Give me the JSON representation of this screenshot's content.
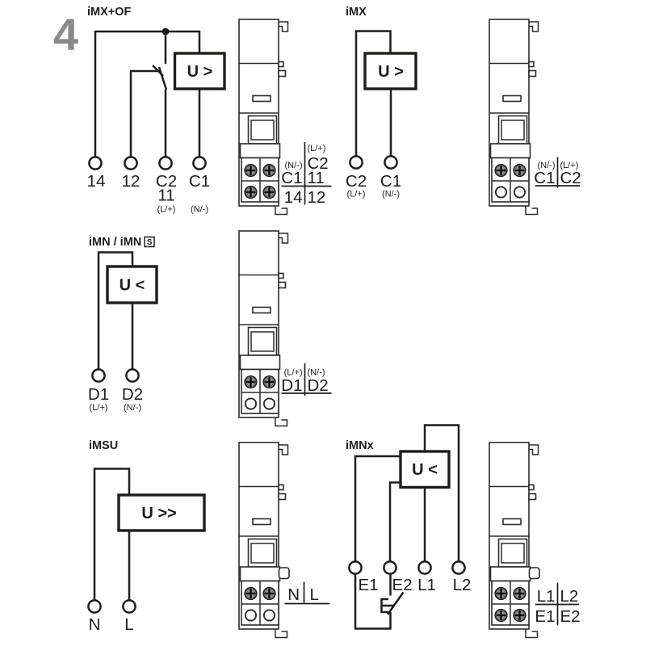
{
  "page": {
    "step_number": "4",
    "colors": {
      "ink": "#1d1d1b",
      "step_gray": "#8a8a8a",
      "screw_gray": "#6f6f6f"
    }
  },
  "sections": {
    "imx_of": {
      "title": "iMX+OF",
      "relay_label": "U >",
      "terminals": [
        "14",
        "12",
        "C2",
        "C1"
      ],
      "terminal_sub": "11",
      "polarity": {
        "c2": "(L/+)",
        "c1": "(N/-)"
      },
      "table": {
        "left": [
          "(N/-)",
          "C1",
          "14"
        ],
        "right": [
          "(L/+)",
          "C2",
          "11",
          "12"
        ]
      }
    },
    "imx": {
      "title": "iMX",
      "relay_label": "U >",
      "terminals": [
        "C2",
        "C1"
      ],
      "polarity": {
        "c2": "(L/+)",
        "c1": "(N/-)"
      },
      "table": {
        "left": [
          "(N/-)",
          "C1"
        ],
        "right": [
          "(L/+)",
          "C2"
        ]
      }
    },
    "imn": {
      "title": "iMN / iMN",
      "title_boxed": "S",
      "relay_label": "U <",
      "terminals": [
        "D1",
        "D2"
      ],
      "polarity": {
        "d1": "(L/+)",
        "d2": "(N/-)"
      },
      "table": {
        "left": [
          "(L/+)",
          "D1"
        ],
        "right": [
          "(N/-)",
          "D2"
        ]
      }
    },
    "imsu": {
      "title": "iMSU",
      "relay_label": "U >>",
      "terminals": [
        "N",
        "L"
      ],
      "table": {
        "left": [
          "N"
        ],
        "right": [
          "L"
        ]
      }
    },
    "imnx": {
      "title": "iMNx",
      "relay_label": "U <",
      "terminals": [
        "E1",
        "E2",
        "L1",
        "L2"
      ],
      "table": {
        "top": [
          "L1",
          "L2"
        ],
        "bottom": [
          "E1",
          "E2"
        ]
      }
    }
  }
}
